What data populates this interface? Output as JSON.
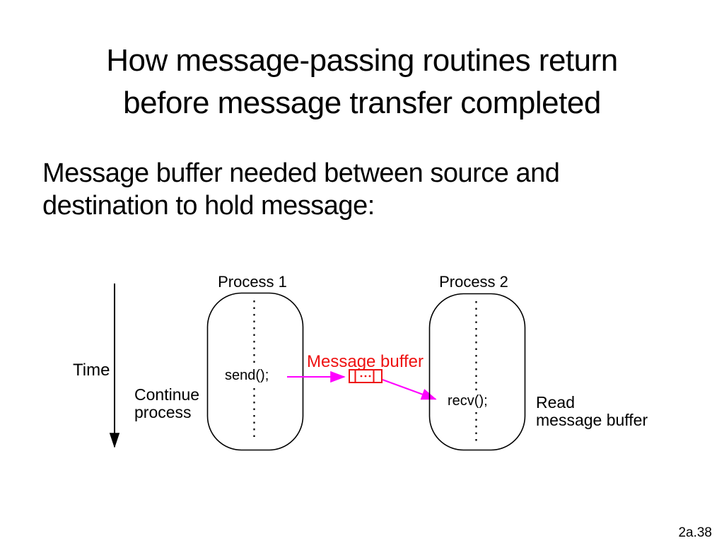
{
  "slide": {
    "title": {
      "line1": "How message-passing routines return",
      "line2": "before message transfer completed"
    },
    "body": {
      "line1": "Message buffer needed between source and",
      "line2": "destination to hold message:"
    },
    "page_number": "2a.38"
  },
  "diagram": {
    "time_label": "Time",
    "continue_label_line1": "Continue",
    "continue_label_line2": "process",
    "process1_label": "Process 1",
    "process2_label": "Process 2",
    "send_label": "send();",
    "recv_label": "recv();",
    "message_buffer_label": "Message buffer",
    "read_label_line1": "Read",
    "read_label_line2": "message buffer"
  },
  "colors": {
    "background": "#ffffff",
    "ink": "#000000",
    "buffer_red": "#ee1111",
    "arrow_magenta": "#ff00ff"
  }
}
